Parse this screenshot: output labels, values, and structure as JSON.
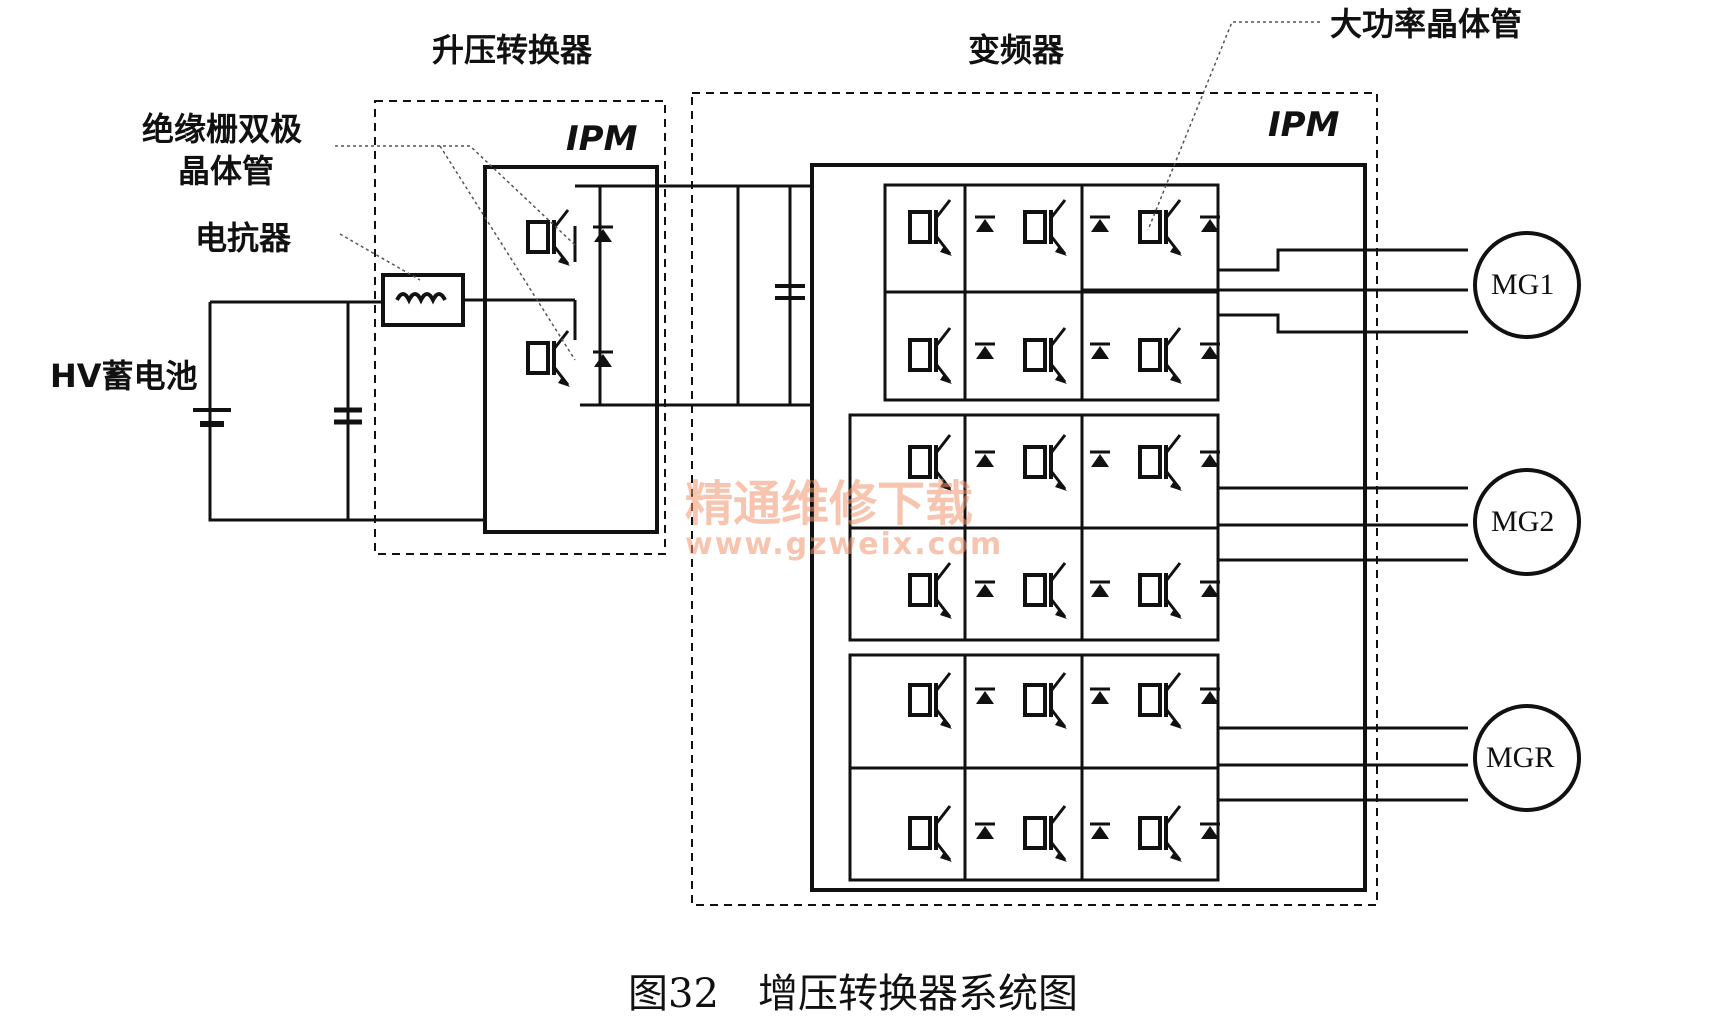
{
  "labels": {
    "boost_converter": "升压转换器",
    "inverter": "变频器",
    "power_transistor": "大功率晶体管",
    "igbt_line1": "绝缘栅双极",
    "igbt_line2": "晶体管",
    "reactor": "电抗器",
    "hv_battery": "HV蓄电池",
    "ipm_left": "IPM",
    "ipm_right": "IPM"
  },
  "motors": [
    "MG1",
    "MG2",
    "MGR"
  ],
  "watermark": {
    "line1": "精通维修下载",
    "line2": "www.gzweix.com"
  },
  "caption": {
    "figure_number": "图32",
    "title": "增压转换器系统图"
  }
}
